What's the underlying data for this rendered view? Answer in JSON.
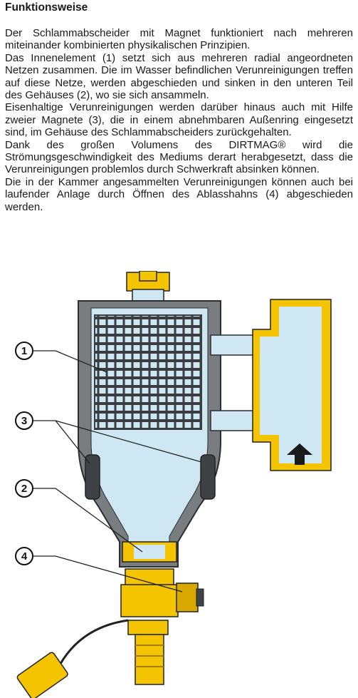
{
  "heading": "Funktionsweise",
  "paragraphs": [
    "Der Schlammabscheider mit Magnet funktioniert nach mehreren miteinander kombinierten physikalischen Prinzipien.",
    "Das Innenelement (1) setzt sich aus mehreren radial angeordneten Netzen zusammen. Die im Wasser befindlichen Verunreinigungen treffen auf diese Netze, werden abgeschieden und sinken in den unteren Teil des Gehäuses (2), wo sie sich ansammeln.",
    "Eisenhaltige Verunreinigungen werden darüber hinaus auch mit Hilfe zweier Magnete (3), die in einem abnehmbaren Außenring eingesetzt sind, im Gehäuse des Schlammabscheiders zurückgehalten.",
    "Dank des großen Volumens des DIRTMAG® wird die Strömungsgeschwindigkeit des Mediums derart herabgesetzt, dass die Verunreinigungen problemlos durch Schwerkraft absinken können.",
    "Die in der Kammer angesammelten Verunreinigungen können auch bei laufender Anlage durch Öffnen des Ablasshahns (4) abgeschieden werden."
  ],
  "callouts": [
    "1",
    "3",
    "2",
    "4"
  ],
  "colors": {
    "housing": "#7a7d80",
    "water": "#cfe7f3",
    "brass": "#f5c400",
    "mesh": "#3a3d40"
  }
}
